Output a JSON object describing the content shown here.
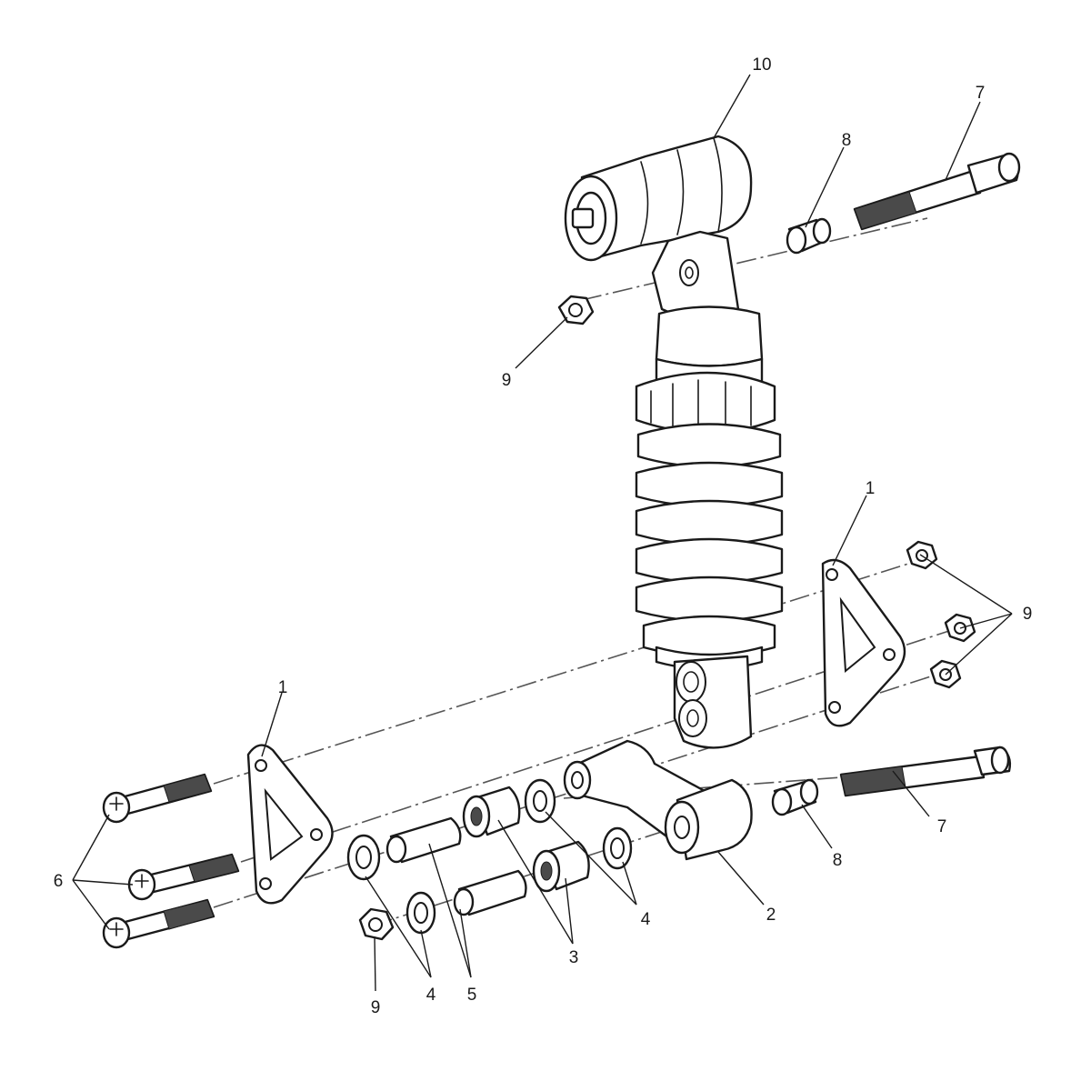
{
  "callouts": {
    "c10": "10",
    "c7_top": "7",
    "c8_top": "8",
    "c9_top": "9",
    "c1_right": "1",
    "c9_right": "9",
    "c1_left": "1",
    "c6": "6",
    "c7_bottom": "7",
    "c8_bottom": "8",
    "c2": "2",
    "c4_right": "4",
    "c3": "3",
    "c5": "5",
    "c4_left": "4",
    "c9_bottom": "9"
  },
  "colors": {
    "line": "#1a1a1a",
    "centerline": "#555555",
    "background": "#ffffff"
  }
}
